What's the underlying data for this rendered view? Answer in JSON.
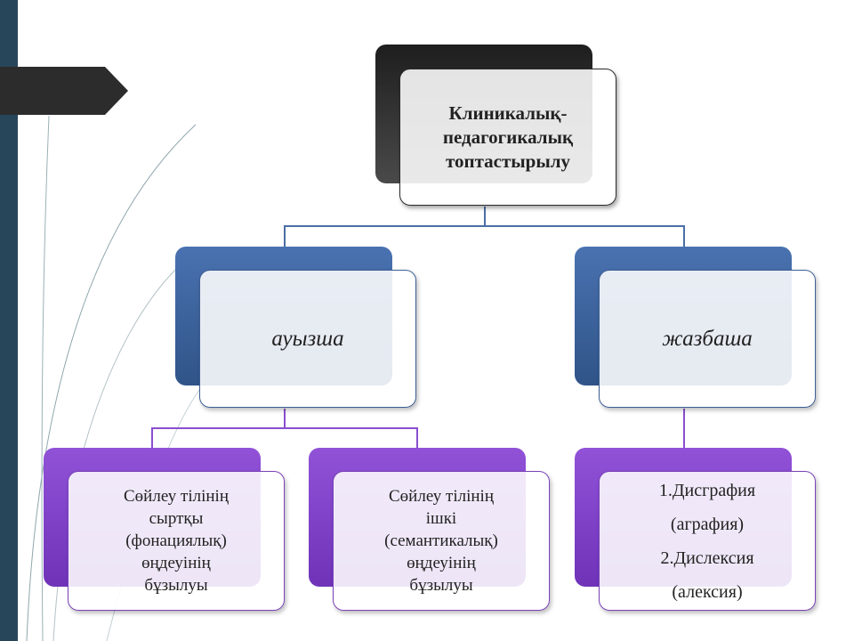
{
  "colors": {
    "slide_stripe": "#27465a",
    "arrow_tab": "#2c2c2c",
    "top_box": "#3a3a3a",
    "blue_box": "#3f64a0",
    "purple_box": "#8144cc",
    "connector_blue": "#4a6fa5",
    "connector_purple": "#8a4fcf"
  },
  "root": {
    "lines": [
      "Клиникалық-",
      "педагогикалық",
      "топтастырылу"
    ]
  },
  "oral": {
    "label": "ауызша"
  },
  "written": {
    "label": "жазбаша"
  },
  "oral_external": {
    "lines": [
      "Сөйлеу тілінің",
      "сыртқы",
      "(фонациялық)",
      "өңдеуінің",
      "бұзылуы"
    ]
  },
  "oral_internal": {
    "lines": [
      "Сөйлеу тілінің",
      "ішкі",
      "(семантикалық)",
      "өңдеуінің",
      "бұзылуы"
    ]
  },
  "written_list": {
    "lines": [
      "1.Дисграфия",
      "(аграфия)",
      "2.Дислексия",
      "(алексия)"
    ]
  }
}
